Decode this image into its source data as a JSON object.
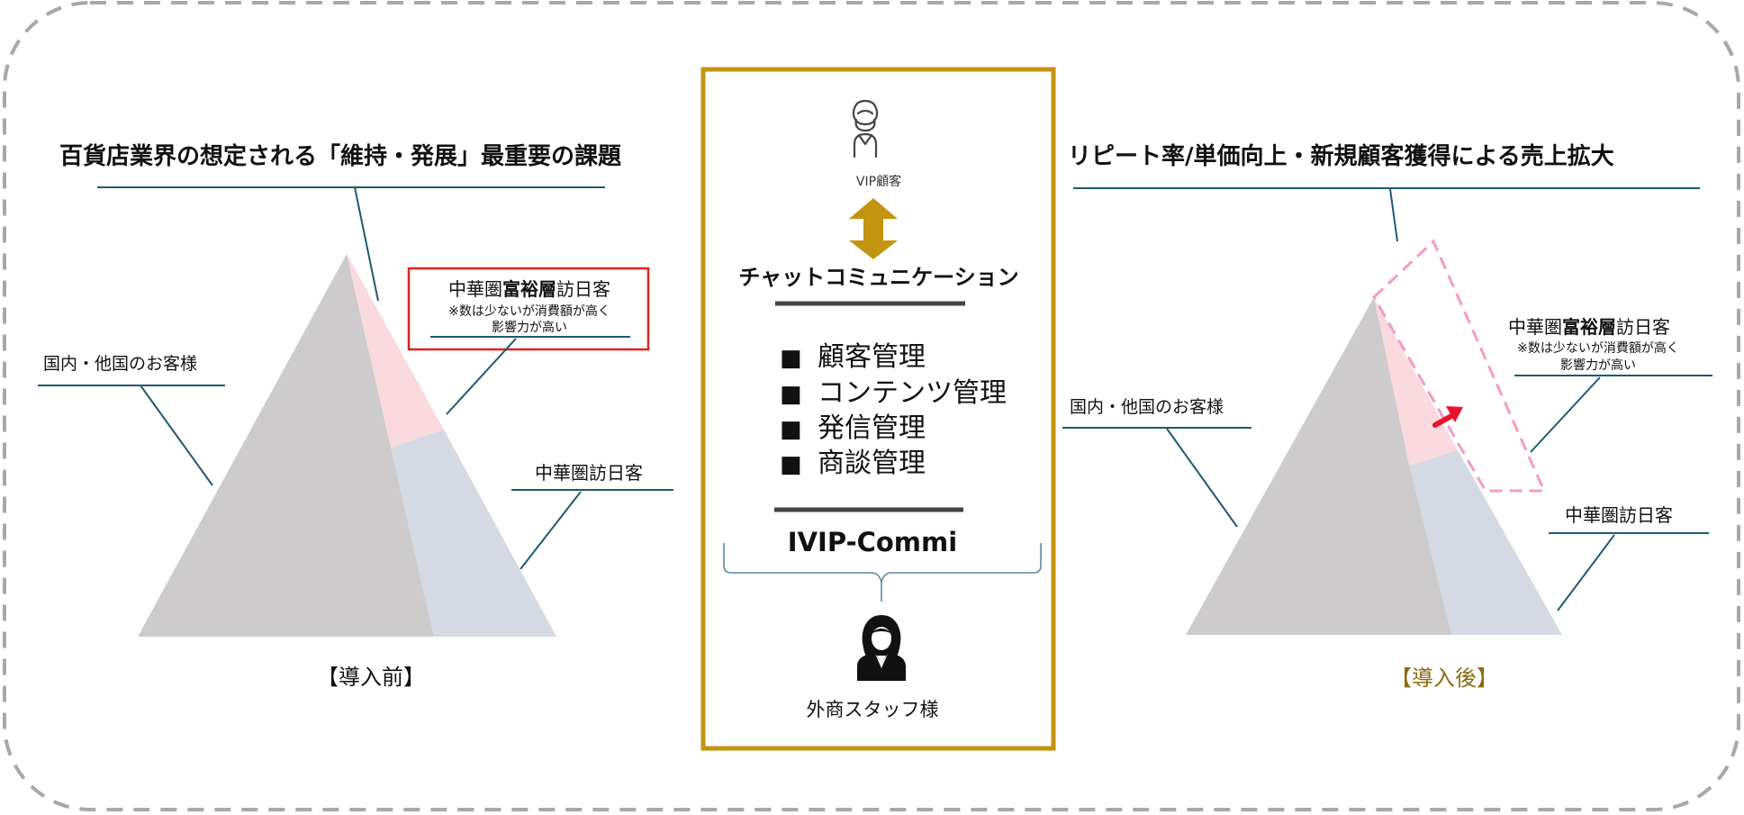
{
  "colors": {
    "frame_gold": "#C3940F",
    "arrow_gold": "#C3940F",
    "pyramid_gray": "#CDCBCC",
    "pyramid_pink": "#FADADE",
    "pyramid_blue": "#D4D9E3",
    "line_teal": "#1E5A6E",
    "red_box": "#E0201E",
    "dash_pink": "#F39AC4",
    "red_arrow": "#E8132A",
    "after_label": "#8B6A10"
  },
  "left": {
    "title": "百貨店業界の想定される「維持・発展」最重要の課題",
    "domestic_label": "国内・他国のお客様",
    "wealthy_prefix": "中華圏",
    "wealthy_bold": "富裕層",
    "wealthy_suffix": "訪日客",
    "wealthy_note_1": "※数は少ないが消費額が高く",
    "wealthy_note_2": "影響力が高い",
    "visitor_label": "中華圏訪日客",
    "caption": "【導入前】"
  },
  "center": {
    "vip_label": "VIP顧客",
    "chat_label": "チャットコミュニケーション",
    "features": [
      "顧客管理",
      "コンテンツ管理",
      "発信管理",
      "商談管理"
    ],
    "bullet": "■",
    "product_name": "IVIP-Commi",
    "staff_label": "外商スタッフ様"
  },
  "right": {
    "title": "リピート率/単価向上・新規顧客獲得による売上拡大",
    "domestic_label": "国内・他国のお客様",
    "wealthy_prefix": "中華圏",
    "wealthy_bold": "富裕層",
    "wealthy_suffix": "訪日客",
    "wealthy_note_1": "※数は少ないが消費額が高く",
    "wealthy_note_2": "影響力が高い",
    "visitor_label": "中華圏訪日客",
    "caption": "【導入後】"
  },
  "icons": {
    "vip": "woman-outline-icon",
    "staff": "businesswoman-icon",
    "arrow": "double-arrow-vertical-icon"
  }
}
